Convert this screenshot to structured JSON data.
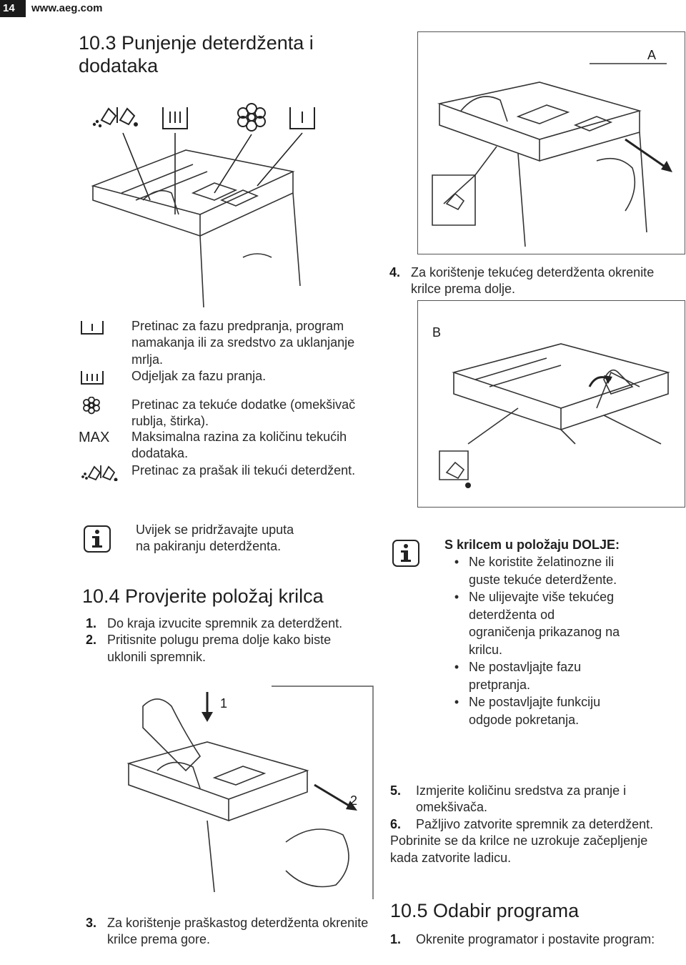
{
  "header": {
    "page_number": "14",
    "site": "www.aeg.com"
  },
  "section_10_3": {
    "title_line1": "10.3 Punjenje deterdženta i",
    "title_line2": "dodataka"
  },
  "figure_top_left": {
    "icons": [
      "powder-liquid-detergent-icon",
      "main-wash-icon",
      "softener-flower-icon",
      "prewash-icon"
    ]
  },
  "figure_a": {
    "label": "A"
  },
  "step_4": {
    "num": "4.",
    "text": "Za korištenje tekućeg deterdženta okrenite krilce prema dolje."
  },
  "legend": [
    {
      "icon": "prewash-icon",
      "text": "Pretinac za fazu predpranja, program namakanja ili za sredstvo za uklanjanje mrlja."
    },
    {
      "icon": "main-wash-icon",
      "text": "Odjeljak za fazu pranja."
    },
    {
      "icon": "softener-flower-icon",
      "text": "Pretinac za tekuće dodatke (omekšivač rublja, štirka)."
    },
    {
      "icon_text": "MAX",
      "text": "Maksimalna razina za količinu tekućih dodataka."
    },
    {
      "icon": "powder-liquid-detergent-icon",
      "text": "Pretinac za prašak ili tekući deterdžent."
    }
  ],
  "info_1": {
    "text_line1": "Uvijek se pridržavajte uputa",
    "text_line2": "na pakiranju deterdženta."
  },
  "figure_b": {
    "label": "B"
  },
  "section_10_4": {
    "title": "10.4 Provjerite položaj krilca"
  },
  "steps_10_4": [
    {
      "num": "1.",
      "text": "Do kraja izvucite spremnik za deterdžent."
    },
    {
      "num": "2.",
      "text": "Pritisnite polugu prema dolje kako biste uklonili spremnik."
    }
  ],
  "figure_c": {
    "label_1": "1",
    "label_2": "2"
  },
  "step_3": {
    "num": "3.",
    "text": "Za korištenje praškastog deterdženta okrenite krilce prema gore."
  },
  "info_2": {
    "title": "S krilcem u položaju DOLJE:",
    "bullets": [
      "Ne koristite želatinozne ili guste tekuće deterdžente.",
      "Ne ulijevajte više tekućeg deterdženta od ograničenja prikazanog na krilcu.",
      "Ne postavljajte fazu pretpranja.",
      "Ne postavljajte funkciju odgode pokretanja."
    ]
  },
  "steps_5_6": [
    {
      "num": "5.",
      "text": "Izmjerite količinu sredstva za pranje i omekšivača."
    },
    {
      "num": "6.",
      "text": "Pažljivo zatvorite spremnik za deterdžent."
    }
  ],
  "closing_note": "Pobrinite se da krilce ne uzrokuje začepljenje kada zatvorite ladicu.",
  "section_10_5": {
    "title": "10.5 Odabir programa"
  },
  "step_10_5_1": {
    "num": "1.",
    "text": "Okrenite programator i postavite program:"
  }
}
